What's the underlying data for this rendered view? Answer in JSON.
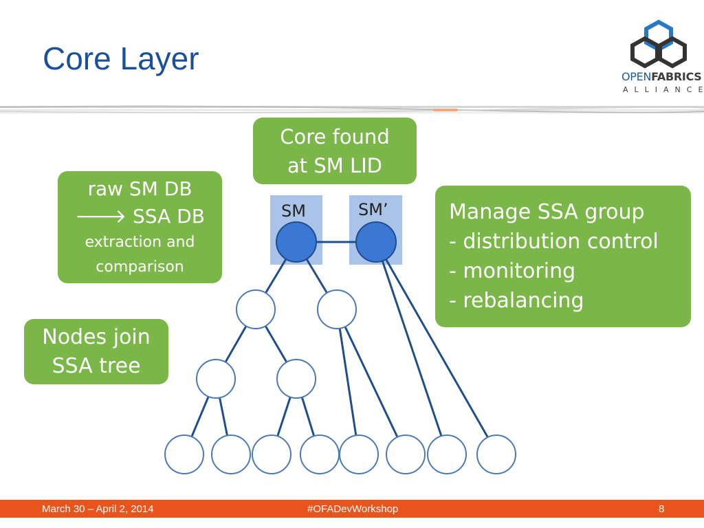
{
  "title": "Core Layer",
  "logo": {
    "word_open": "OPEN",
    "word_fabrics": "FABRICS",
    "word_alliance": "ALLIANCE"
  },
  "boxes": {
    "core_found": {
      "line1": "Core found",
      "line2": "at SM LID"
    },
    "raw_sm": {
      "line1": "raw SM DB",
      "line2": "🡒 SSA DB",
      "line3": "extraction and",
      "line4": "comparison"
    },
    "manage": {
      "line1": "Manage SSA group",
      "line2": "- distribution control",
      "line3": "- monitoring",
      "line4": "- rebalancing"
    },
    "nodes_join": {
      "line1": "Nodes join",
      "line2": "SSA tree"
    }
  },
  "sm_labels": {
    "sm": "SM",
    "sm_prime": "SM’"
  },
  "footer": {
    "date": "March 30 – April 2, 2014",
    "tag": "#OFADevWorkshop",
    "page": "8"
  },
  "colors": {
    "title": "#1a4f9c",
    "box_green": "#7ab648",
    "sm_highlight": "#a9c4e8",
    "sm_node": "#3a78d4",
    "edge": "#1f4e8c",
    "footer": "#e8541c"
  }
}
